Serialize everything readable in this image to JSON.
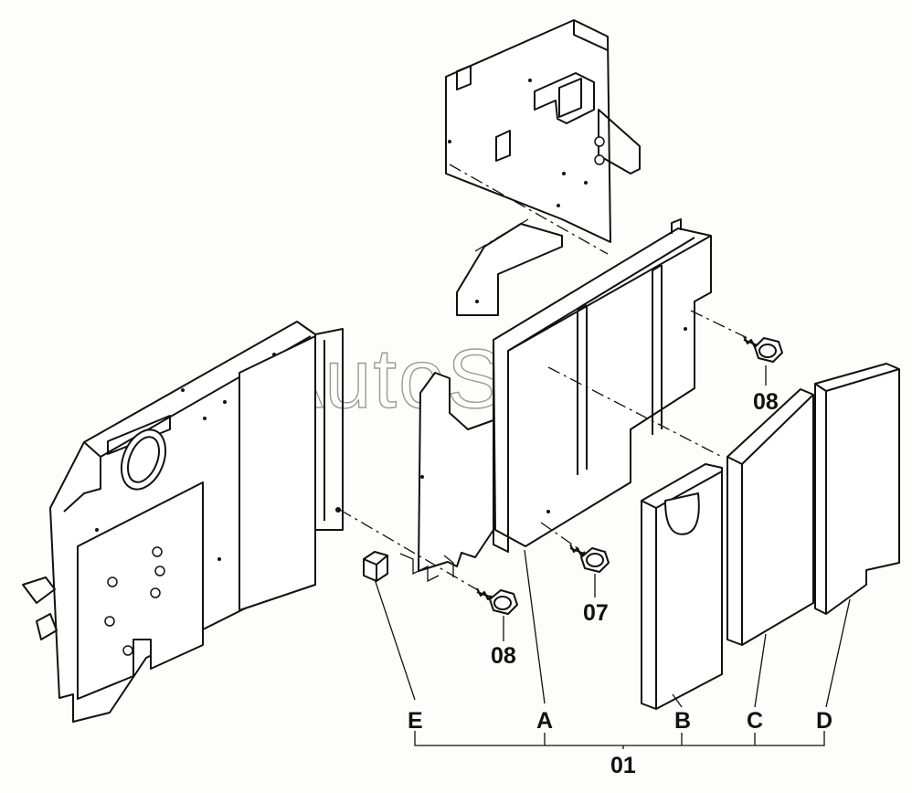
{
  "watermark": "AutoSoft",
  "callouts": {
    "bolt_upper_right": "08",
    "bolt_lower_left": "08",
    "bolt_center": "07"
  },
  "group": {
    "label": "01",
    "items": [
      "E",
      "A",
      "B",
      "C",
      "D"
    ]
  }
}
